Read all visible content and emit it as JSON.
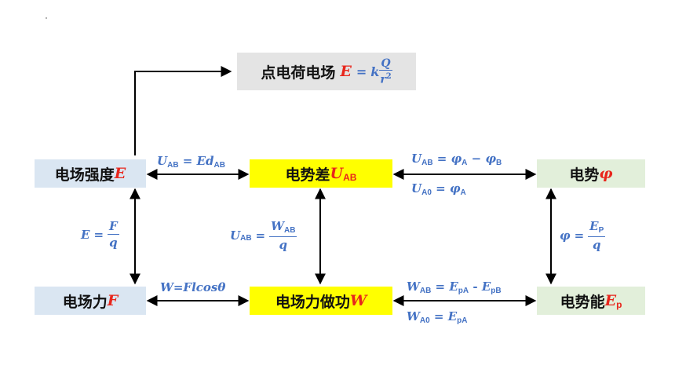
{
  "boxes": {
    "point_charge": {
      "text": "点电荷电场",
      "var": "E"
    },
    "field_strength": {
      "text": "电场强度",
      "var": "E"
    },
    "potential_difference": {
      "text": "电势差",
      "var": "U",
      "var_sub": "AB"
    },
    "potential": {
      "text": "电势",
      "var": "φ"
    },
    "electric_force": {
      "text": "电场力",
      "var": "F"
    },
    "work": {
      "text": "电场力做功",
      "var": "W"
    },
    "potential_energy": {
      "text": "电势能",
      "var": "E",
      "var_sub": "p"
    }
  },
  "formulas": {
    "point_charge": {
      "lhs": "E",
      "eq": "=",
      "k": "k",
      "num": "Q",
      "den": "r",
      "den_exp": "2"
    },
    "e_to_u": {
      "lhs": "U",
      "lhs_sub": "AB",
      "eq": "=",
      "rhs": "Ed",
      "rhs_sub": "AB"
    },
    "u_to_phi_1": {
      "lhs": "U",
      "lhs_sub": "AB",
      "eq": "=",
      "a": "φ",
      "a_sub": "A",
      "minus": "−",
      "b": "φ",
      "b_sub": "B"
    },
    "u_to_phi_2": {
      "lhs": "U",
      "lhs_sub": "A0",
      "eq": "=",
      "a": "φ",
      "a_sub": "A"
    },
    "e_to_f": {
      "lhs": "E",
      "eq": "=",
      "num": "F",
      "den": "q"
    },
    "u_to_w": {
      "lhs": "U",
      "lhs_sub": "AB",
      "eq": "=",
      "num": "W",
      "num_sub": "AB",
      "den": "q"
    },
    "phi_to_ep": {
      "lhs": "φ",
      "eq": "=",
      "num": "E",
      "num_sub": "P",
      "den": "q"
    },
    "f_to_w": {
      "text": "W=Flcosθ"
    },
    "w_to_ep_1": {
      "lhs": "W",
      "lhs_sub": "AB",
      "eq": "=",
      "a": "E",
      "a_sub": "pA",
      "minus": "-",
      "b": "E",
      "b_sub": "pB"
    },
    "w_to_ep_2": {
      "lhs": "W",
      "lhs_sub": "A0",
      "eq": "=",
      "a": "E",
      "a_sub": "pA"
    }
  },
  "colors": {
    "accent_red": "#e8261c",
    "formula_blue": "#4472c4",
    "arrow": "#000000"
  }
}
